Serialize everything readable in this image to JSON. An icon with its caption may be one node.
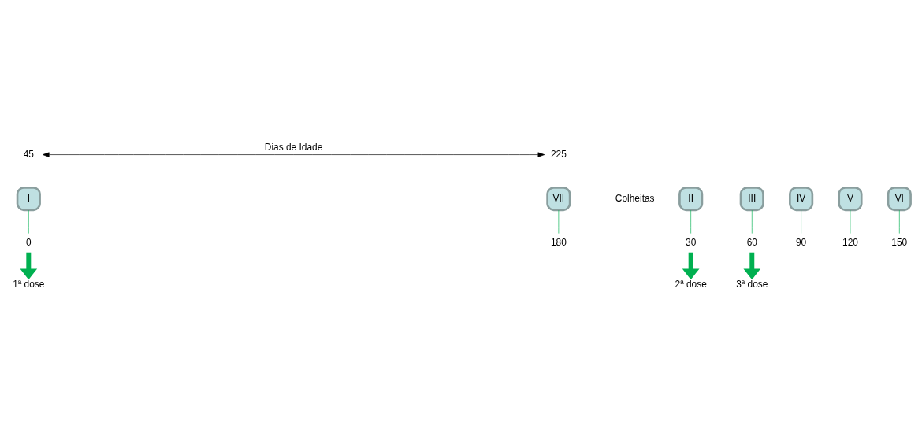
{
  "diagram": {
    "nodes": [
      {
        "text": [
          "45"
        ]
      },
      {
        "text": [
          "225"
        ]
      },
      {
        "text": [
          "I"
        ]
      },
      {
        "text": [
          "II"
        ]
      },
      {
        "text": [
          "III"
        ]
      },
      {
        "text": [
          "IV"
        ]
      },
      {
        "text": [
          "V"
        ]
      },
      {
        "text": [
          "VI"
        ]
      },
      {
        "text": [
          "VII"
        ]
      },
      {
        "text": [
          "0"
        ]
      },
      {
        "text": [
          "30"
        ]
      },
      {
        "text": [
          "60"
        ]
      },
      {
        "text": [
          "90"
        ]
      },
      {
        "text": [
          "120"
        ]
      },
      {
        "text": [
          "150"
        ]
      },
      {
        "text": [
          "180"
        ]
      },
      {
        "text": [
          "1ª dose"
        ]
      },
      {
        "text": [
          "2ª dose"
        ]
      },
      {
        "text": [
          "3ª dose"
        ]
      }
    ],
    "edges": [
      {
        "from": 0,
        "to": 1,
        "arrow": "both",
        "label": "Dias de Idade",
        "color": "#000000"
      },
      {
        "from": 2,
        "to": 9,
        "arrow": "none"
      },
      {
        "from": 3,
        "to": 10,
        "arrow": "none"
      },
      {
        "from": 4,
        "to": 11,
        "arrow": "none"
      },
      {
        "from": 5,
        "to": 12,
        "arrow": "none"
      },
      {
        "from": 6,
        "to": 13,
        "arrow": "none"
      },
      {
        "from": 7,
        "to": 14,
        "arrow": "none"
      },
      {
        "from": 8,
        "to": 15,
        "arrow": "none"
      },
      {
        "from": 9,
        "to": 16,
        "arrow": "to",
        "style": "thick"
      },
      {
        "from": 10,
        "to": 17,
        "arrow": "to",
        "style": "thick"
      },
      {
        "from": 11,
        "to": 18,
        "arrow": "to",
        "style": "thick"
      }
    ],
    "labels": [
      "Colheitas"
    ]
  }
}
